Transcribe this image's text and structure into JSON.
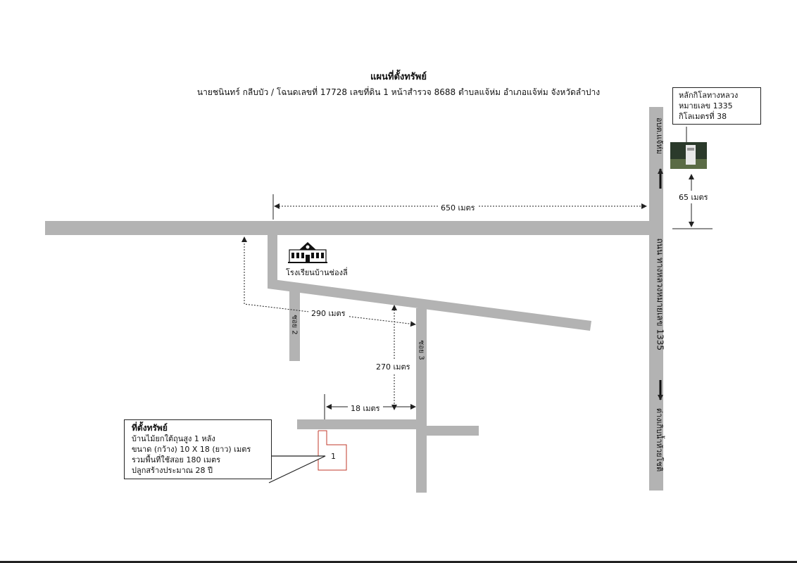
{
  "title": "แผนที่ตั้งทรัพย์",
  "subtitle": "นายชนินทร์  กลีบบัว / โฉนดเลขที่ 17728 เลขที่ดิน 1 หน้าสำรวจ 8688 ตำบลแจ้ห่ม อำเภอแจ้ห่ม จังหวัดลำปาง",
  "km_marker": {
    "line1": "หลักกิโลทางหลวง",
    "line2": "หมายเลข 1335",
    "line3": "กิโลเมตรที่ 38"
  },
  "roads": {
    "north_direction": "อบต.แจ้ห่ม",
    "south_direction": "ต่างเกิบน้ำห้วยโชติ",
    "highway": "ถนน ทางหลวงหมายเลข 1335",
    "soi2": "ซอย 2",
    "soi3": "ซอย 3"
  },
  "landmark": {
    "school": "โรงเรียนบ้านช่องลี่"
  },
  "distances": {
    "d650": "650 เมตร",
    "d65": "65 เมตร",
    "d290": "290 เมตร",
    "d270": "270 เมตร",
    "d18": "18 เมตร"
  },
  "property": {
    "head": "ที่ตั้งทรัพย์",
    "line1": "บ้านไม้ยกใต้ถุนสูง 1 หลัง",
    "line2": "ขนาด (กว้าง) 10 X 18 (ยาว) เมตร",
    "line3": "รวมพื้นที่ใช้สอย 180 เมตร",
    "line4": "ปลูกสร้างประมาณ 28 ปี",
    "lot_number": "1"
  },
  "colors": {
    "road": "#b3b3b3",
    "property_outline": "#c0392b",
    "line": "#222222"
  }
}
